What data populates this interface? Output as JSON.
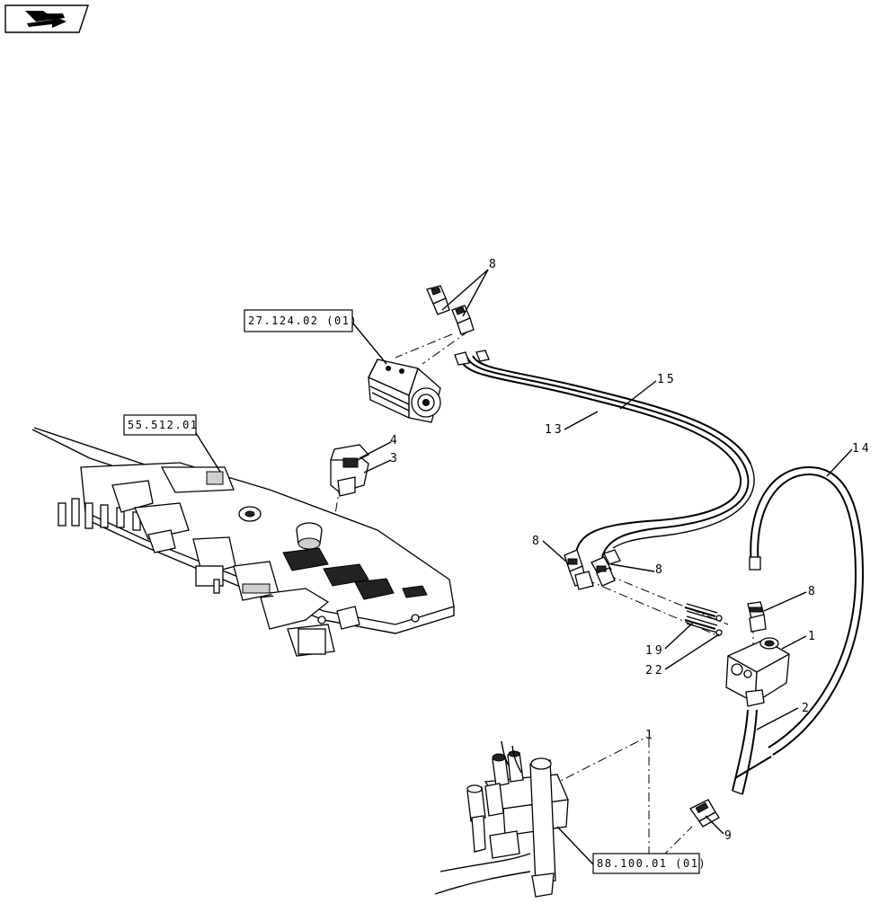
{
  "nav": {
    "icon": "folder-arrow-icon"
  },
  "refs": {
    "r27": "27.124.02 (01)",
    "r55": "55.512.01",
    "r88": "88.100.01 (01)"
  },
  "callouts": {
    "c8a": "8",
    "c15": "15",
    "c13": "13",
    "c4": "4",
    "c3": "3",
    "c14": "14",
    "c8b": "8",
    "c8c": "8",
    "c8d": "8",
    "c1a": "1",
    "c19": "19",
    "c22": "22",
    "c2": "2",
    "c1b": "1",
    "c9": "9"
  }
}
